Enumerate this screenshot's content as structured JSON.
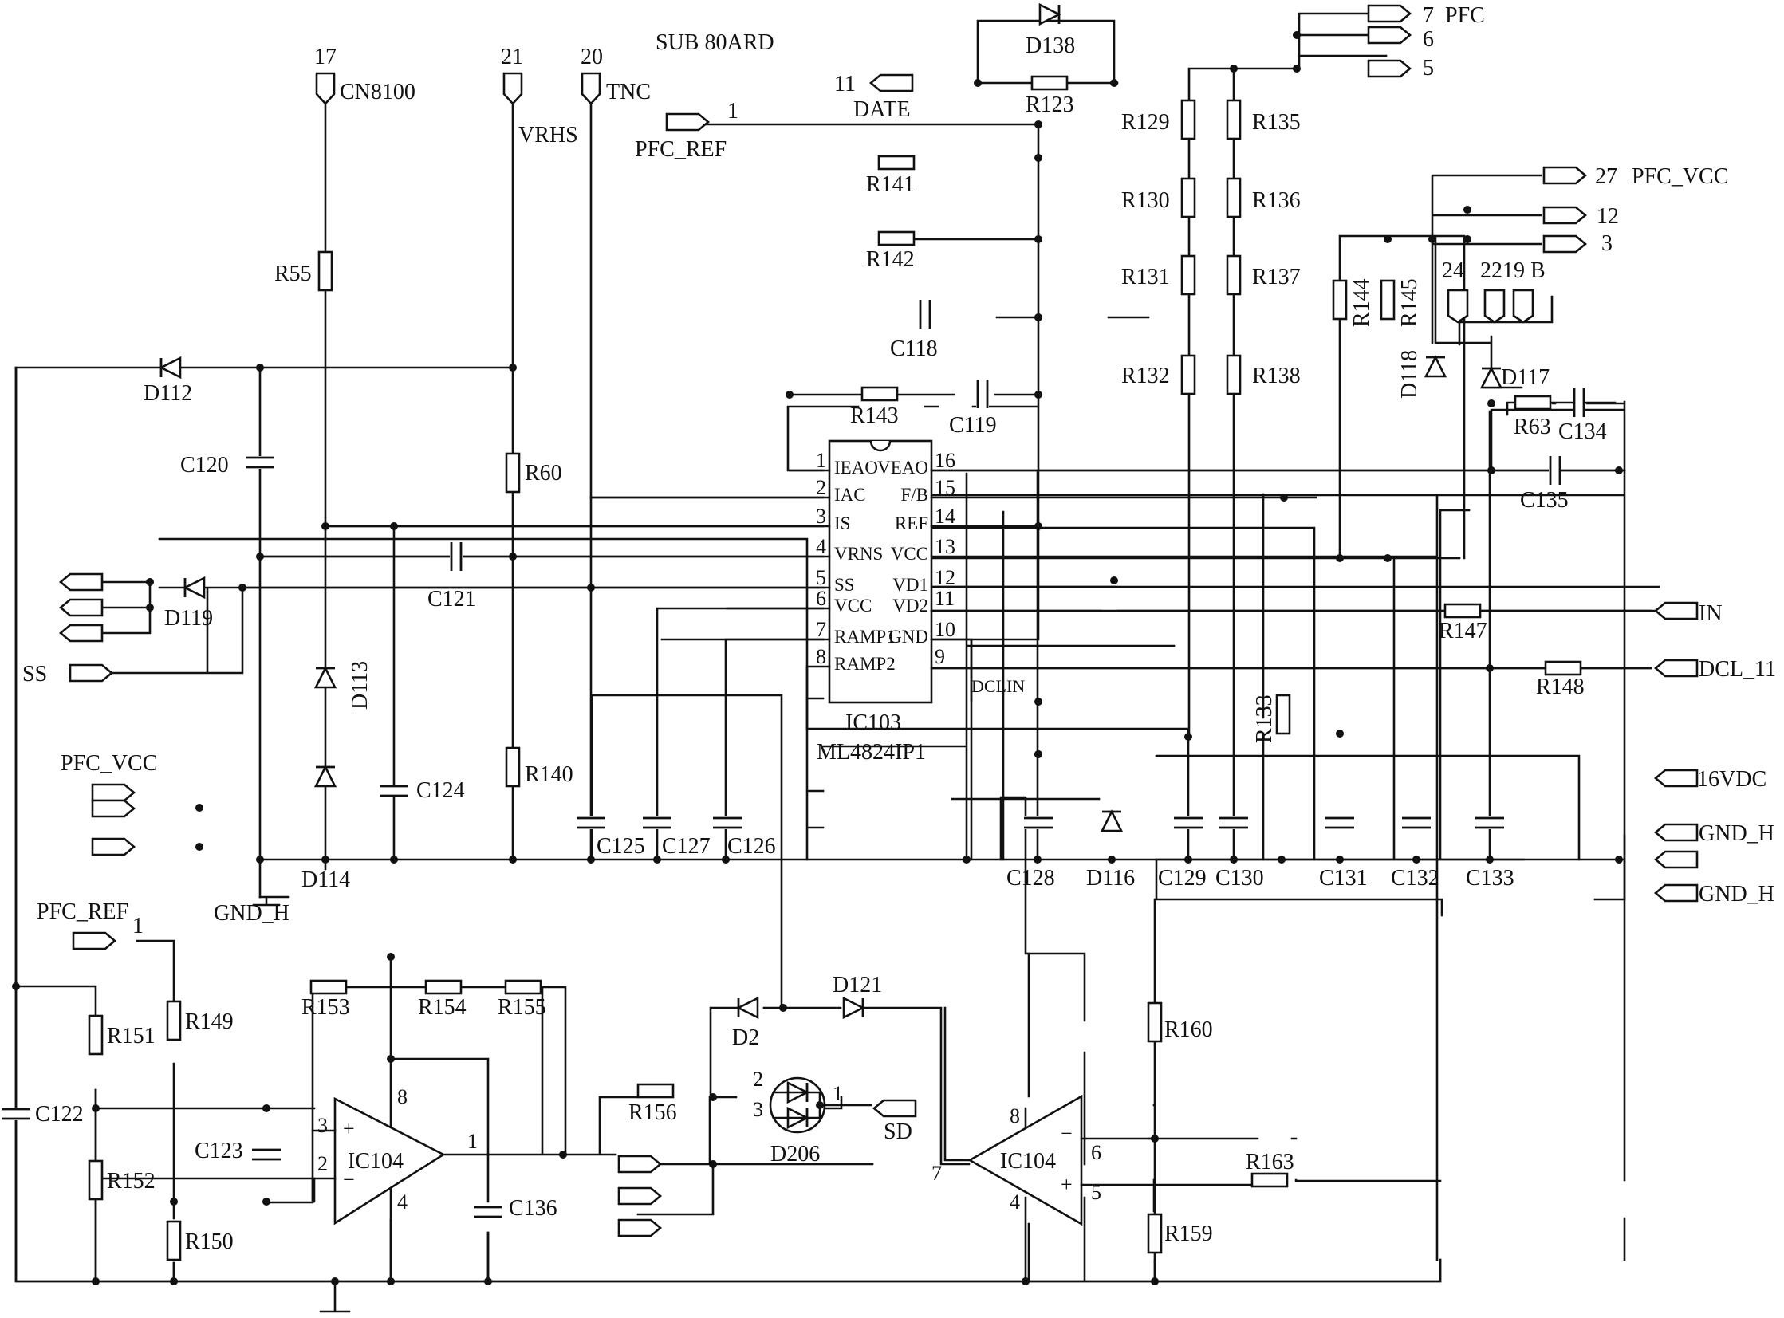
{
  "title": "SUB 80ARD",
  "ic103": {
    "ref": "IC103",
    "part": "ML4824IP1",
    "left_pins": [
      {
        "num": "1",
        "name": "IEAO"
      },
      {
        "num": "2",
        "name": "IAC"
      },
      {
        "num": "3",
        "name": "IS"
      },
      {
        "num": "4",
        "name": "VRNS"
      },
      {
        "num": "5",
        "name": "SS"
      },
      {
        "num": "6",
        "name": "VCC"
      },
      {
        "num": "7",
        "name": "RAMP1"
      },
      {
        "num": "8",
        "name": "RAMP2"
      }
    ],
    "right_pins": [
      {
        "num": "16",
        "name": "VEAO"
      },
      {
        "num": "15",
        "name": "F/B"
      },
      {
        "num": "14",
        "name": "REF"
      },
      {
        "num": "13",
        "name": "VCC"
      },
      {
        "num": "12",
        "name": "VD1"
      },
      {
        "num": "11",
        "name": "VD2"
      },
      {
        "num": "10",
        "name": "GND"
      },
      {
        "num": "9",
        "name": ""
      }
    ]
  },
  "ic104a": {
    "ref": "IC104",
    "pins": [
      "3",
      "2",
      "1",
      "8",
      "4"
    ],
    "signs": [
      "+",
      "−"
    ]
  },
  "ic104b": {
    "ref": "IC104",
    "pins": [
      "7",
      "6",
      "5",
      "8",
      "4"
    ],
    "signs": [
      "−",
      "+"
    ]
  },
  "d206": {
    "ref": "D206",
    "pins": [
      "2",
      "3",
      "1"
    ]
  },
  "connectors": {
    "cn8100": {
      "num": "17",
      "name": "CN8100"
    },
    "vrhs": {
      "num": "21",
      "name": "VRHS"
    },
    "tnc": {
      "num": "20",
      "name": "TNC"
    },
    "date": {
      "num": "11",
      "name": "DATE"
    },
    "pfc_ref_top": {
      "num": "1",
      "name": "PFC_REF"
    },
    "pfc": {
      "num": "7",
      "name": "PFC"
    },
    "p6": "6",
    "p5": "5",
    "pfc_vcc_top": {
      "num": "27",
      "name": "PFC_VCC"
    },
    "p12": "12",
    "p3": "3",
    "p24": "24",
    "p2219": "2219 B",
    "in": "IN",
    "dcl": "DCL_11",
    "v16": "16VDC",
    "gnd_h1": "GND_H",
    "gnd_h2": "GND_H",
    "ss": "SS",
    "pfc_vcc_left": "PFC_VCC",
    "pfc_ref_left": {
      "num": "1",
      "name": "PFC_REF"
    },
    "sd": "SD",
    "gnd_h_ground": "GND_H",
    "dclin": "DCLIN"
  },
  "resistors": [
    "R55",
    "R60",
    "R140",
    "R141",
    "R142",
    "R143",
    "R123",
    "R129",
    "R130",
    "R131",
    "R132",
    "R135",
    "R136",
    "R137",
    "R138",
    "R144",
    "R145",
    "R63",
    "R147",
    "R148",
    "R133",
    "R149",
    "R150",
    "R151",
    "R152",
    "R153",
    "R154",
    "R155",
    "R156",
    "R160",
    "R159",
    "R163"
  ],
  "capacitors": [
    "C118",
    "C119",
    "C120",
    "C121",
    "C124",
    "C125",
    "C127",
    "C126",
    "C128",
    "C129",
    "C130",
    "C131",
    "C132",
    "C133",
    "C134",
    "C135",
    "C122",
    "C123",
    "C136"
  ],
  "diodes": [
    "D138",
    "D112",
    "D119",
    "D113",
    "D114",
    "D116",
    "D118",
    "D117",
    "D2",
    "D121"
  ]
}
